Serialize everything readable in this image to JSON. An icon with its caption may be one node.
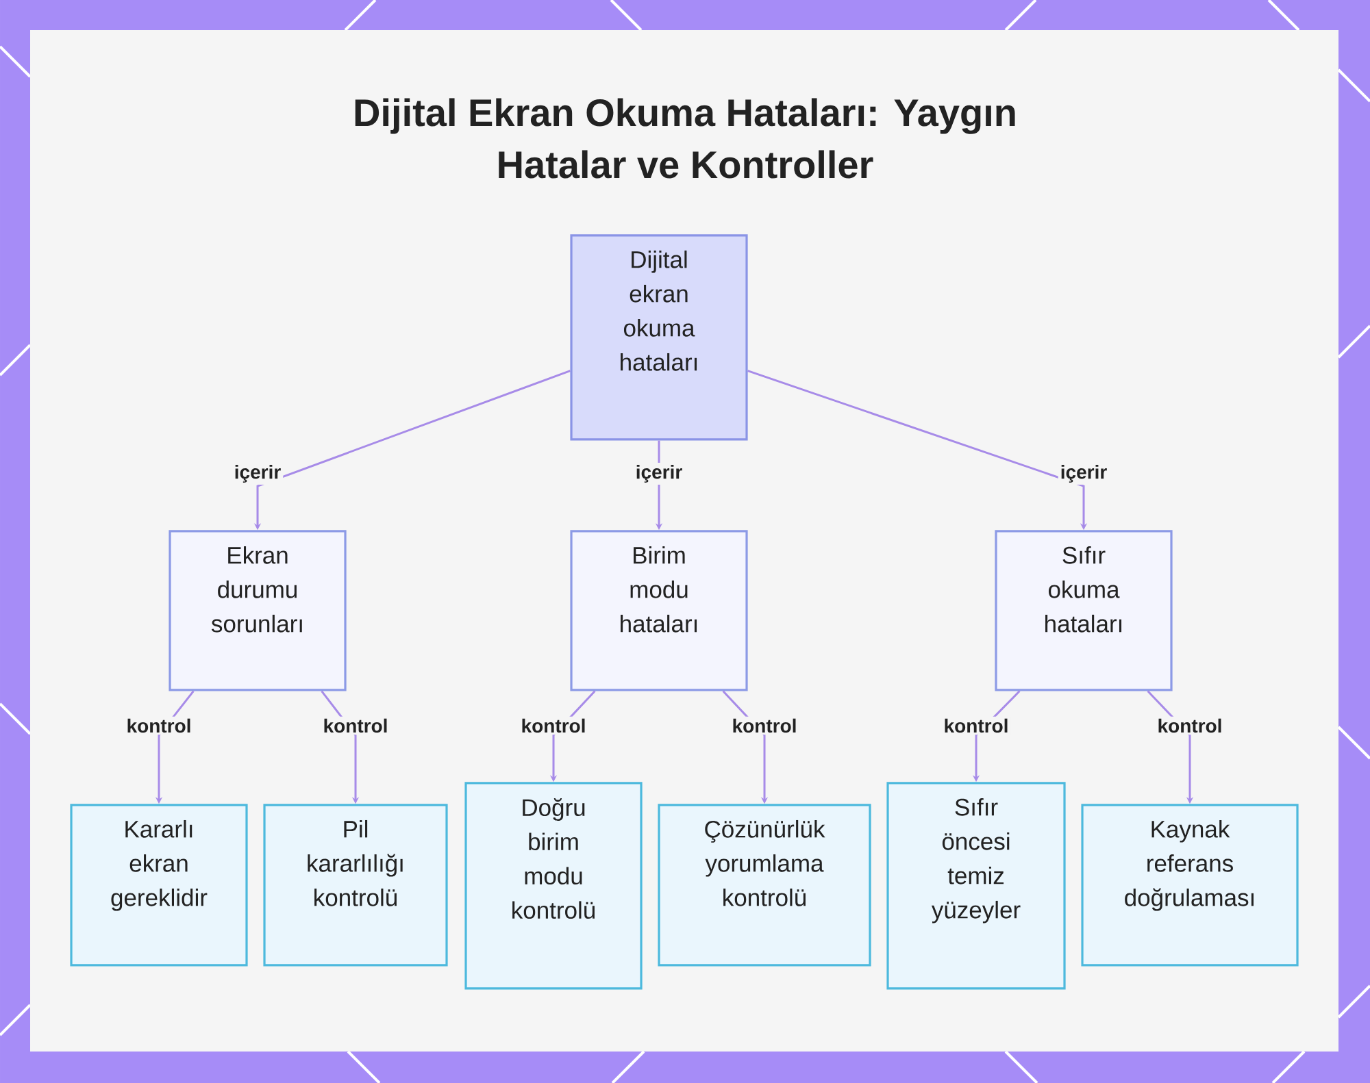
{
  "diagram": {
    "title": "Dijital Ekran Okuma Hataları: Yaygın Hatalar ve Kontroller",
    "nodes": [
      {
        "text": [
          "Dijital ekran okuma hataları"
        ]
      },
      {
        "text": [
          "Ekran durumu sorunları"
        ]
      },
      {
        "text": [
          "Birim modu hataları"
        ]
      },
      {
        "text": [
          "Sıfır okuma hataları"
        ]
      },
      {
        "text": [
          "Kararlı ekran gereklidir"
        ]
      },
      {
        "text": [
          "Pil kararlılığı kontrolü"
        ]
      },
      {
        "text": [
          "Doğru birim modu kontrolü"
        ]
      },
      {
        "text": [
          "Çözünürlük yorumlama kontrolü"
        ]
      },
      {
        "text": [
          "Sıfır öncesi temiz yüzeyler"
        ]
      },
      {
        "text": [
          "Kaynak referans doğrulaması"
        ]
      }
    ],
    "edges": [
      {
        "from": 0,
        "to": 1,
        "arrow": "to",
        "label": "içerir"
      },
      {
        "from": 0,
        "to": 2,
        "arrow": "to",
        "label": "içerir"
      },
      {
        "from": 0,
        "to": 3,
        "arrow": "to",
        "label": "içerir"
      },
      {
        "from": 1,
        "to": 4,
        "arrow": "to",
        "label": "kontrol"
      },
      {
        "from": 1,
        "to": 5,
        "arrow": "to",
        "label": "kontrol"
      },
      {
        "from": 2,
        "to": 6,
        "arrow": "to",
        "label": "kontrol"
      },
      {
        "from": 2,
        "to": 7,
        "arrow": "to",
        "label": "kontrol"
      },
      {
        "from": 3,
        "to": 8,
        "arrow": "to",
        "label": "kontrol"
      },
      {
        "from": 3,
        "to": 9,
        "arrow": "to",
        "label": "kontrol"
      }
    ]
  }
}
